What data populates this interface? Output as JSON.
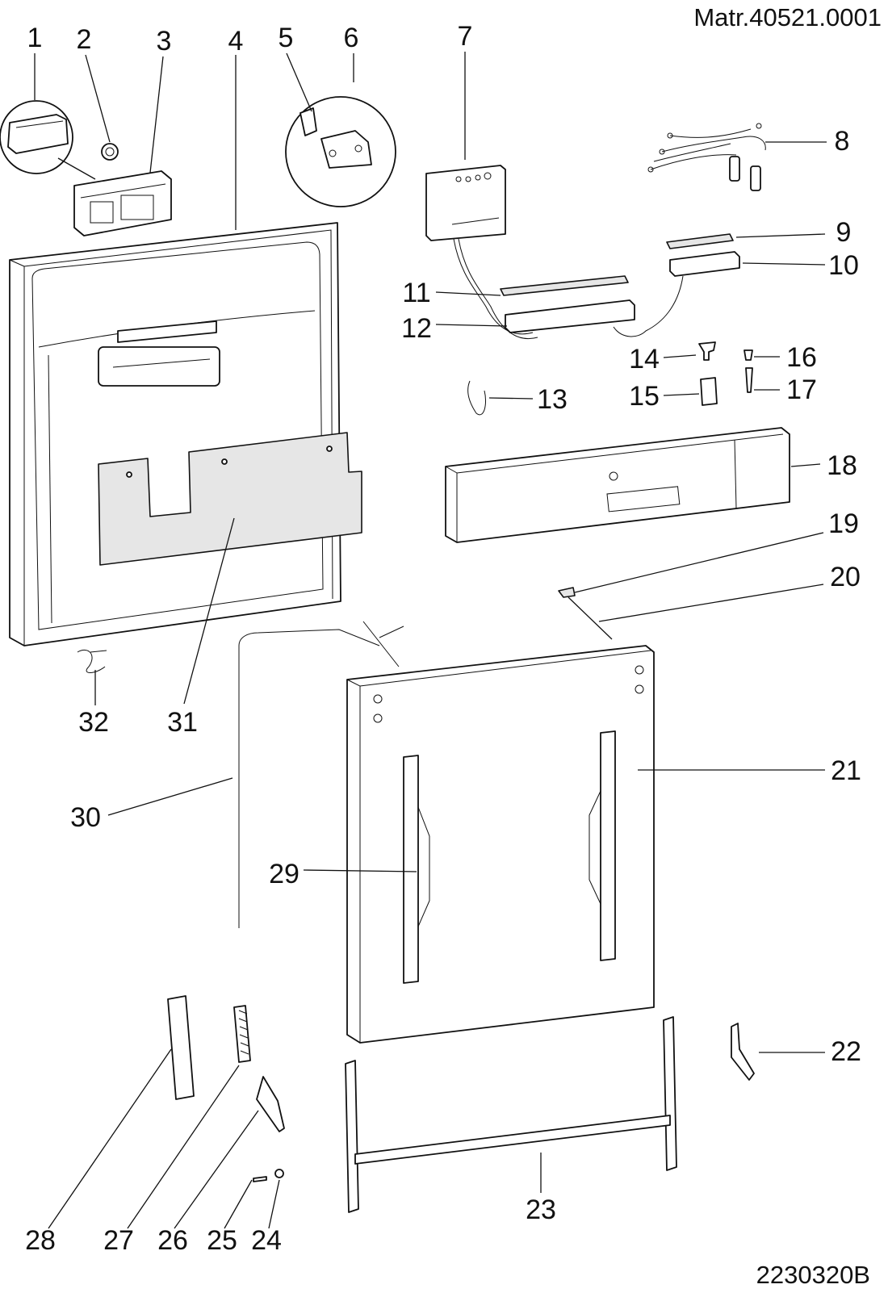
{
  "header": {
    "material_number": "Matr.40521.0001"
  },
  "footer": {
    "drawing_code": "2230320B"
  },
  "labels": [
    "1",
    "2",
    "3",
    "4",
    "5",
    "6",
    "7",
    "8",
    "9",
    "10",
    "11",
    "12",
    "13",
    "14",
    "15",
    "16",
    "17",
    "18",
    "19",
    "20",
    "21",
    "22",
    "23",
    "24",
    "25",
    "26",
    "27",
    "28",
    "29",
    "30",
    "31",
    "32"
  ]
}
